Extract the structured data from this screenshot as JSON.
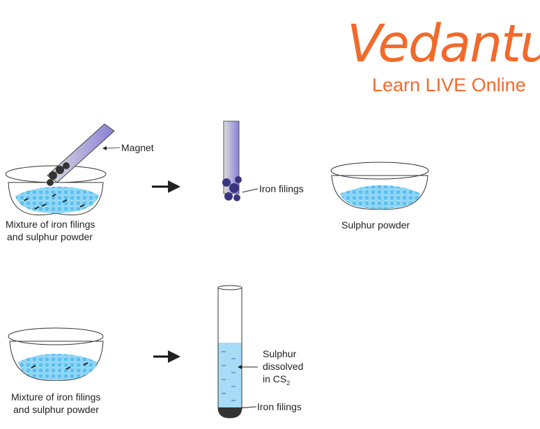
{
  "logo": {
    "brand": "Vedantu",
    "tagline": "Learn LIVE Online",
    "color": "#f26a2b"
  },
  "step1": {
    "bowl_label_line1": "Mixture of iron filings",
    "bowl_label_line2": "and sulphur powder",
    "magnet_label": "Magnet",
    "filings_label": "Iron filings",
    "sulphur_label": "Sulphur powder"
  },
  "step2": {
    "bowl_label_line1": "Mixture of iron filings",
    "bowl_label_line2": "and sulphur powder",
    "dissolved_line1": "Sulphur",
    "dissolved_line2": "dissolved",
    "dissolved_line3_prefix": "in CS",
    "dissolved_line3_sub": "2",
    "filings_label": "Iron filings"
  }
}
